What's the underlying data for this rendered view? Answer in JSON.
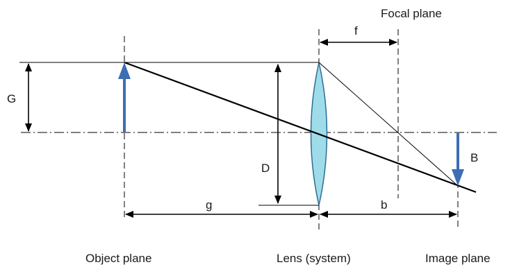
{
  "labels": {
    "focal_plane": "Focal plane",
    "f": "f",
    "G": "G",
    "D": "D",
    "B": "B",
    "g": "g",
    "b": "b"
  },
  "captions": {
    "object_plane": "Object plane",
    "lens_system": "Lens (system)",
    "image_plane": "Image plane"
  },
  "colors": {
    "lens_fill": "#9fdcea",
    "lens_stroke": "#2c6d94",
    "arrow_blue": "#3d6eb4",
    "line": "#000000"
  }
}
